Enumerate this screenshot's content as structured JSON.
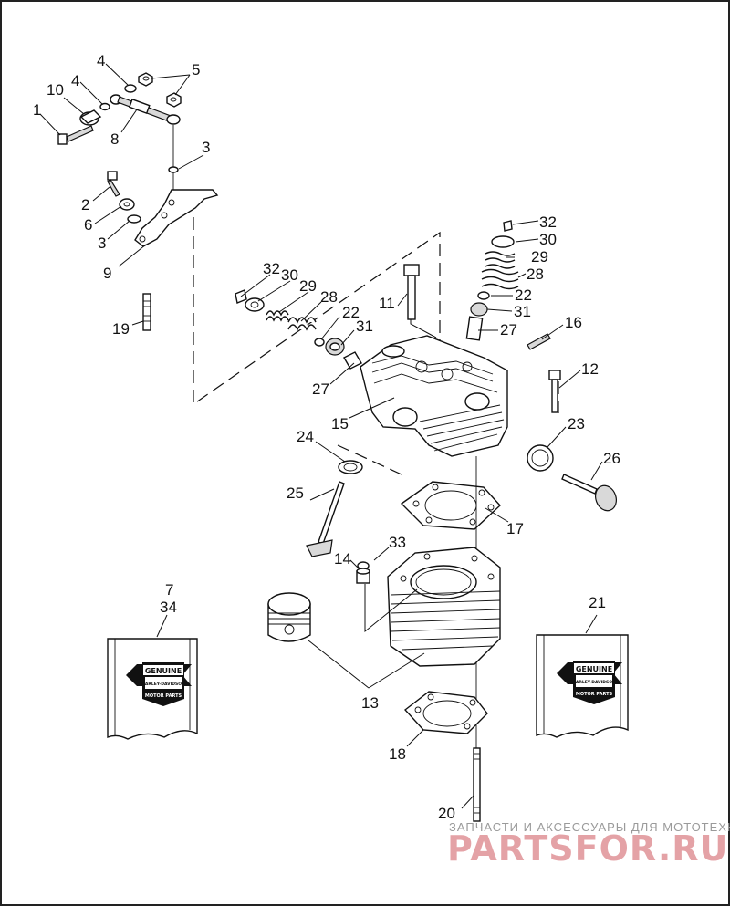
{
  "diagram": {
    "callouts": [
      "1",
      "2",
      "3",
      "3",
      "4",
      "4",
      "5",
      "6",
      "7",
      "34",
      "8",
      "9",
      "10",
      "11",
      "12",
      "13",
      "14",
      "15",
      "16",
      "17",
      "18",
      "19",
      "20",
      "21",
      "22",
      "22",
      "23",
      "24",
      "25",
      "26",
      "27",
      "27",
      "28",
      "28",
      "29",
      "29",
      "30",
      "30",
      "31",
      "31",
      "32",
      "32",
      "33"
    ],
    "kit_boxes": [
      {
        "numbers": [
          "7",
          "34"
        ],
        "brand_top": "GENUINE",
        "brand_mid": "HARLEY-DAVIDSON",
        "brand_bottom": "MOTOR PARTS"
      },
      {
        "numbers": [
          "21"
        ],
        "brand_top": "GENUINE",
        "brand_mid": "HARLEY-DAVIDSON",
        "brand_bottom": "MOTOR PARTS"
      }
    ]
  },
  "watermark": {
    "tagline": "ЗАПЧАСТИ И АКСЕССУАРЫ ДЛЯ МОТОТЕХНИКИ",
    "site": "PARTSFOR.RU"
  }
}
